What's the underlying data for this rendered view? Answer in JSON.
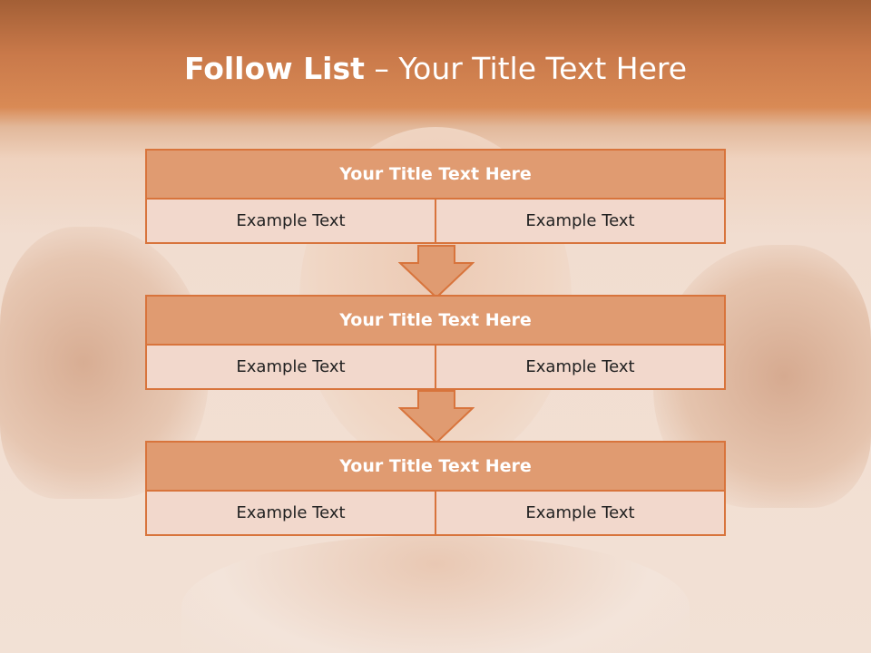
{
  "slide": {
    "title_bold": "Follow List",
    "title_rest": " – Your Title Text Here"
  },
  "blocks": [
    {
      "title": "Your Title Text Here",
      "left": "Example Text",
      "right": "Example Text"
    },
    {
      "title": "Your Title Text Here",
      "left": "Example Text",
      "right": "Example Text"
    },
    {
      "title": "Your Title Text Here",
      "left": "Example Text",
      "right": "Example Text"
    }
  ],
  "colors": {
    "header_fill": "#e09b71",
    "border": "#d8743c",
    "cell_fill": "#f2d8cc",
    "title_bar": "#d98a55"
  }
}
